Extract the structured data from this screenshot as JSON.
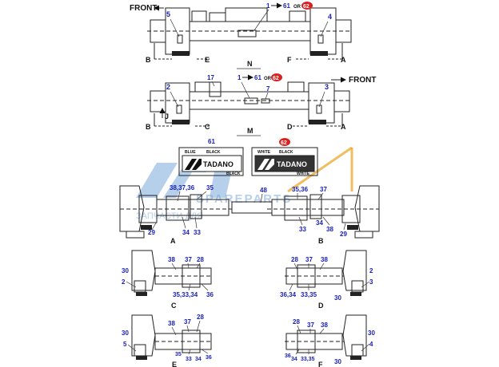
{
  "views": {
    "n": {
      "front": "FRONT",
      "letter": "N",
      "item1": "1",
      "item61": "61",
      "or": "OR",
      "item62": "62",
      "left_callout": "5",
      "right_callout": "4",
      "sec_left": "B",
      "sec_left2": "E",
      "sec_right2": "F",
      "sec_right": "A"
    },
    "m": {
      "front": "FRONT",
      "letter": "M",
      "item1": "1",
      "item61": "61",
      "or": "OR",
      "item62": "62",
      "callout_17": "17",
      "callout_2": "2",
      "callout_7": "7",
      "callout_3": "3",
      "sec_j": "J",
      "sec_left": "B",
      "sec_left2": "C",
      "sec_right2": "D",
      "sec_right": "A"
    }
  },
  "decals": {
    "blue": {
      "number": "61",
      "color_top": "BLUE",
      "color_bottom": "BLACK",
      "brand": "TADANO",
      "brand_color": "BLACK"
    },
    "white": {
      "number": "62",
      "color_top": "WHITE",
      "color_bottom": "BLACK",
      "brand": "TADANO",
      "brand_color": "WHITE"
    }
  },
  "details": {
    "a": {
      "letter": "A",
      "c1": "38,37,36",
      "c2": "35",
      "c3": "29",
      "c4": "34",
      "c5": "33"
    },
    "center": {
      "c1": "48"
    },
    "b": {
      "letter": "B",
      "c1": "35,36",
      "c2": "37",
      "c3": "33",
      "c4": "34",
      "c5": "38",
      "c6": "29"
    },
    "c": {
      "letter": "C",
      "c1": "30",
      "c2": "2",
      "c3": "38",
      "c4": "37",
      "c5": "28",
      "c6": "35,33,34",
      "c7": "36"
    },
    "d": {
      "letter": "D",
      "c1": "28",
      "c2": "37",
      "c3": "38",
      "c4": "2",
      "c5": "3",
      "c6": "36,34",
      "c7": "33,35",
      "c8": "30"
    },
    "e": {
      "letter": "E",
      "c1": "30",
      "c2": "5",
      "c3": "38",
      "c4": "37",
      "c5": "28",
      "c6": "35",
      "c7": "33",
      "c8": "34",
      "c9": "36"
    },
    "f": {
      "letter": "F",
      "c1": "28",
      "c2": "37",
      "c3": "38",
      "c4": "30",
      "c5": "4",
      "c6": "36",
      "c7": "34",
      "c8": "33,35",
      "c9": "30"
    }
  },
  "watermark": {
    "line1": "SPAREPARTS",
    "line2": "ЗАПЧАСТИ ДЛЯ"
  }
}
